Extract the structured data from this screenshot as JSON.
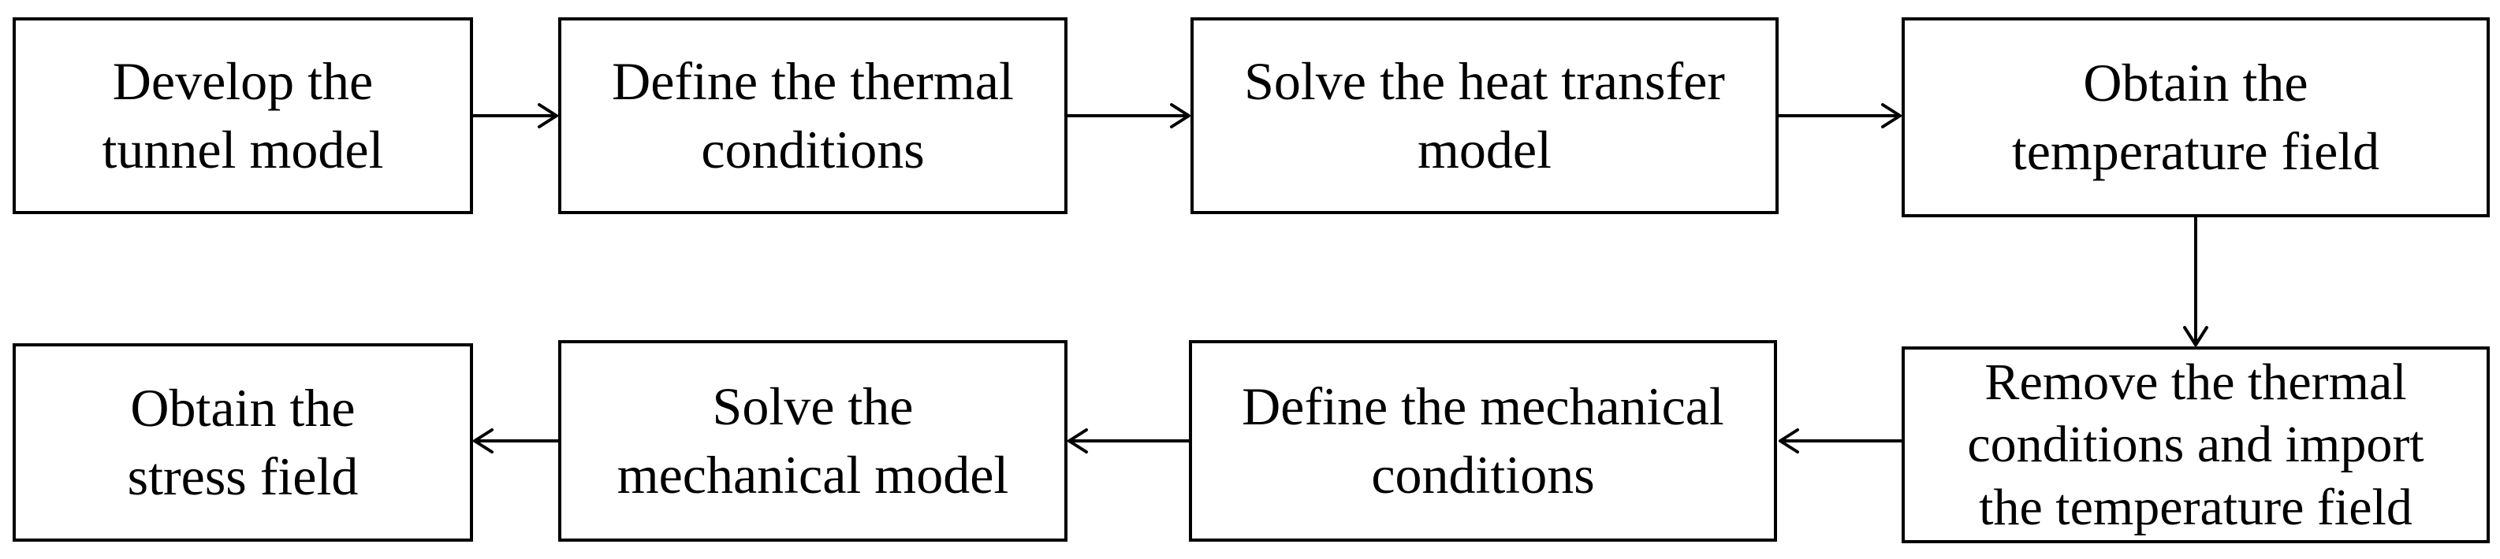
{
  "steps": [
    {
      "id": "develop-model",
      "lines": [
        "Develop the",
        "tunnel model"
      ]
    },
    {
      "id": "define-thermal",
      "lines": [
        "Define the thermal",
        "conditions"
      ]
    },
    {
      "id": "solve-heat",
      "lines": [
        "Solve the heat transfer",
        "model"
      ]
    },
    {
      "id": "obtain-temperature",
      "lines": [
        "Obtain the",
        "temperature field"
      ]
    },
    {
      "id": "remove-thermal",
      "lines": [
        "Remove the thermal",
        "conditions and import",
        "the temperature field"
      ]
    },
    {
      "id": "define-mechanical",
      "lines": [
        "Define the mechanical",
        "conditions"
      ]
    },
    {
      "id": "solve-mechanical",
      "lines": [
        "Solve the",
        "mechanical model"
      ]
    },
    {
      "id": "obtain-stress",
      "lines": [
        "Obtain the",
        "stress field"
      ]
    }
  ]
}
